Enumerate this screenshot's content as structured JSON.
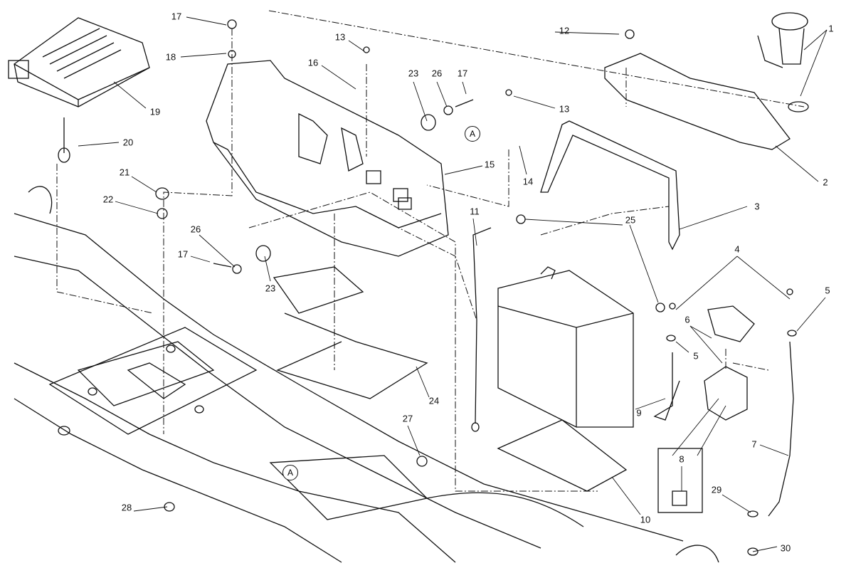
{
  "diagram": {
    "part_labels": [
      "17",
      "18",
      "19",
      "20",
      "21",
      "22",
      "26",
      "17",
      "23",
      "13",
      "16",
      "23",
      "26",
      "17",
      "13",
      "14",
      "15",
      "11",
      "25",
      "12",
      "1",
      "2",
      "3",
      "4",
      "5",
      "6",
      "5",
      "9",
      "7",
      "8",
      "10",
      "24",
      "27",
      "28",
      "29",
      "30"
    ],
    "reference_marks": [
      "A",
      "A"
    ]
  }
}
